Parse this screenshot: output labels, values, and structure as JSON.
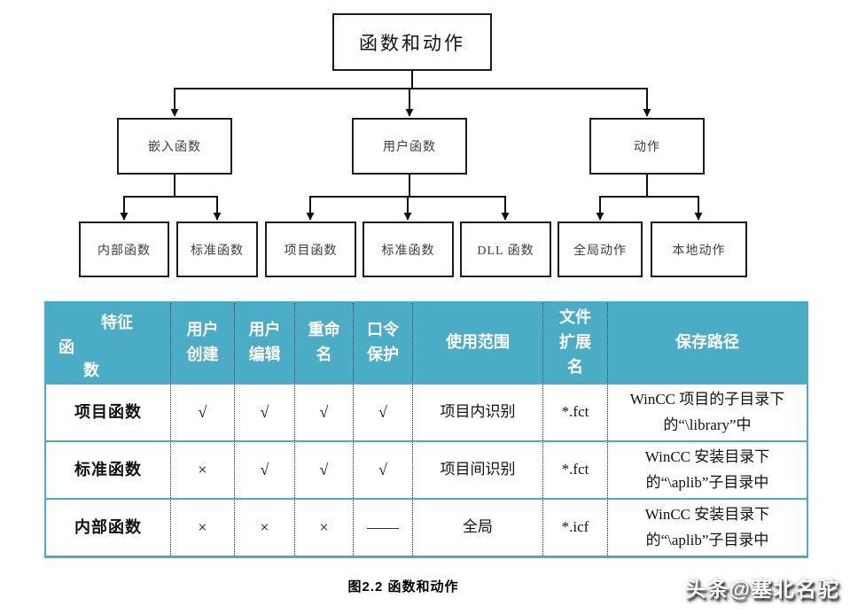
{
  "diagram": {
    "root": "函数和动作",
    "level2": [
      {
        "label": "嵌入函数"
      },
      {
        "label": "用户函数"
      },
      {
        "label": "动作"
      }
    ],
    "level3": [
      {
        "label": "内部函数"
      },
      {
        "label": "标准函数"
      },
      {
        "label": "项目函数"
      },
      {
        "label": "标准函数"
      },
      {
        "label": "DLL 函数"
      },
      {
        "label": "全局动作"
      },
      {
        "label": "本地动作"
      }
    ]
  },
  "table": {
    "corner": {
      "top": "特征",
      "func_char1": "函",
      "func_char2": "数"
    },
    "columns": [
      "用户创建",
      "用户编辑",
      "重命名",
      "口令保护",
      "使用范围",
      "文件扩展名",
      "保存路径"
    ],
    "rows": [
      [
        "项目函数",
        "√",
        "√",
        "√",
        "√",
        "项目内识别",
        "*.fct",
        "WinCC 项目的子目录下的“\\library”中"
      ],
      [
        "标准函数",
        "×",
        "√",
        "√",
        "√",
        "项目间识别",
        "*.fct",
        "WinCC 安装目录下的“\\aplib”子目录中"
      ],
      [
        "内部函数",
        "×",
        "×",
        "×",
        "——",
        "全局",
        "*.icf",
        "WinCC 安装目录下的“\\aplib”子目录中"
      ]
    ]
  },
  "caption": "图2.2 函数和动作",
  "watermark": "头条@塞北名驼",
  "colors": {
    "header_bg": "#4BACC6",
    "header_text": "#ffffff",
    "line": "#1c1c1c"
  }
}
